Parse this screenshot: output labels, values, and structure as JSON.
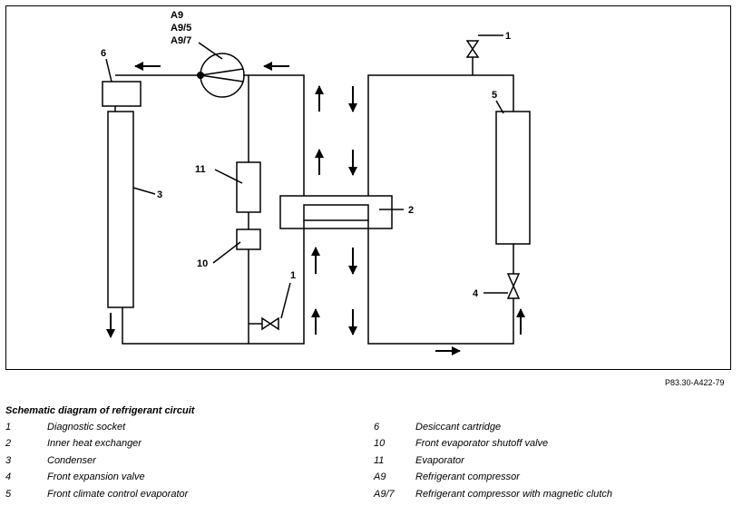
{
  "diagram": {
    "labels": {
      "compressor_a9": "A9",
      "compressor_a95": "A9/5",
      "compressor_a97": "A9/7",
      "l6": "6",
      "l3": "3",
      "l11": "11",
      "l10": "10",
      "l1_left": "1",
      "l2": "2",
      "l1_right": "1",
      "l5": "5",
      "l4": "4"
    }
  },
  "reference_code": "P83.30-A422-79",
  "caption": "Schematic diagram of refrigerant circuit",
  "legend": {
    "left": [
      {
        "num": "1",
        "text": "Diagnostic socket"
      },
      {
        "num": "2",
        "text": "Inner heat exchanger"
      },
      {
        "num": "3",
        "text": "Condenser"
      },
      {
        "num": "4",
        "text": "Front expansion valve"
      },
      {
        "num": "5",
        "text": "Front climate control evaporator"
      }
    ],
    "right": [
      {
        "num": "6",
        "text": "Desiccant cartridge"
      },
      {
        "num": "10",
        "text": "Front evaporator shutoff valve"
      },
      {
        "num": "11",
        "text": "Evaporator"
      },
      {
        "num": "A9",
        "text": "Refrigerant compressor"
      },
      {
        "num": "A9/7",
        "text": "Refrigerant compressor with magnetic clutch"
      }
    ]
  }
}
